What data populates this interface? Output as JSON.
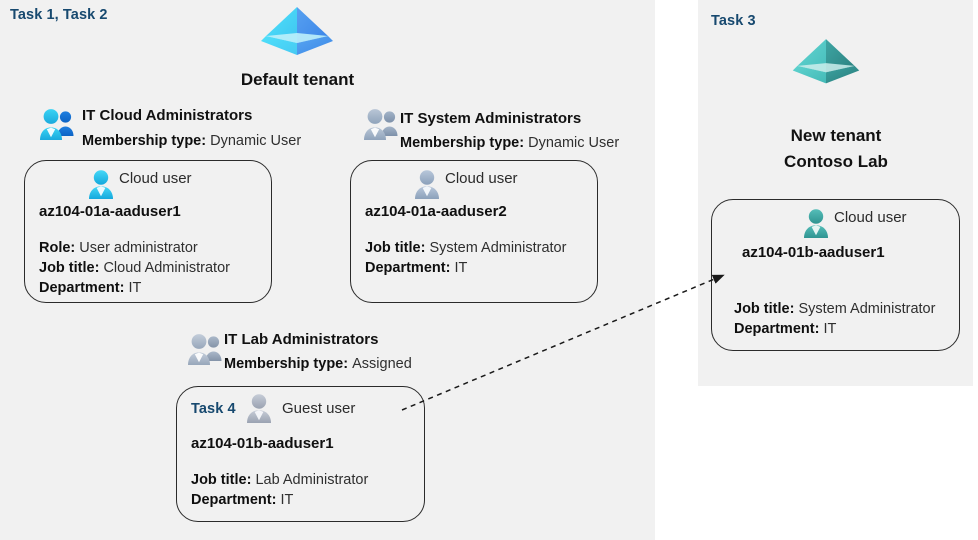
{
  "diagram": {
    "title": "Azure AD tenants, groups and users diagram",
    "colors": {
      "panel_background": "#f1f1f1",
      "page_background": "#ffffff",
      "task_label": "#17496f",
      "card_border": "#2b2b2b",
      "tenant_default_icon": "#3fd2f5",
      "tenant_new_icon": "#3fb5ad",
      "group_icon_active": "#29b6e8",
      "group_icon_muted": "#9aabc0",
      "user_icon_cloud": "#37c6ef",
      "user_icon_muted": "#9aabc0",
      "user_icon_teal": "#3fa9a4",
      "user_icon_gray": "#a9afbb",
      "connector": "#1a1a1a"
    }
  },
  "left_panel": {
    "task_label": "Task 1, Task 2",
    "tenant": {
      "name": "Default tenant",
      "icon": "azure-ad-tenant-icon"
    },
    "groups": [
      {
        "icon": "group-users-icon",
        "name": "IT Cloud Administrators",
        "membership_label": "Membership type:",
        "membership_value": "Dynamic User",
        "user": {
          "icon": "cloud-user-icon",
          "kind": "Cloud user",
          "name": "az104-01a-aaduser1",
          "attributes": [
            {
              "label": "Role:",
              "value": "User administrator"
            },
            {
              "label": "Job title:",
              "value": "Cloud Administrator"
            },
            {
              "label": "Department:",
              "value": "IT"
            }
          ]
        }
      },
      {
        "icon": "group-users-icon",
        "name": "IT System Administrators",
        "membership_label": "Membership type:",
        "membership_value": "Dynamic User",
        "user": {
          "icon": "cloud-user-icon",
          "kind": "Cloud user",
          "name": "az104-01a-aaduser2",
          "attributes": [
            {
              "label": "Job title:",
              "value": "System Administrator"
            },
            {
              "label": "Department:",
              "value": "IT"
            }
          ]
        }
      },
      {
        "icon": "group-users-icon",
        "name": "IT Lab Administrators",
        "membership_label": "Membership type:",
        "membership_value": "Assigned",
        "user": {
          "icon": "guest-user-icon",
          "task_label": "Task 4",
          "kind": "Guest user",
          "name": "az104-01b-aaduser1",
          "attributes": [
            {
              "label": "Job title:",
              "value": "Lab Administrator"
            },
            {
              "label": "Department:",
              "value": "IT"
            }
          ]
        }
      }
    ]
  },
  "right_panel": {
    "task_label": "Task 3",
    "tenant": {
      "icon": "azure-ad-tenant-icon",
      "name_line1": "New  tenant",
      "name_line2": "Contoso Lab"
    },
    "user": {
      "icon": "cloud-user-icon",
      "kind": "Cloud user",
      "name": "az104-01b-aaduser1",
      "attributes": [
        {
          "label": "Job title:",
          "value": "System Administrator"
        },
        {
          "label": "Department:",
          "value": "IT"
        }
      ]
    }
  },
  "connector": {
    "name": "guest-user-to-new-tenant-arrow",
    "style": "dashed-arrow"
  }
}
